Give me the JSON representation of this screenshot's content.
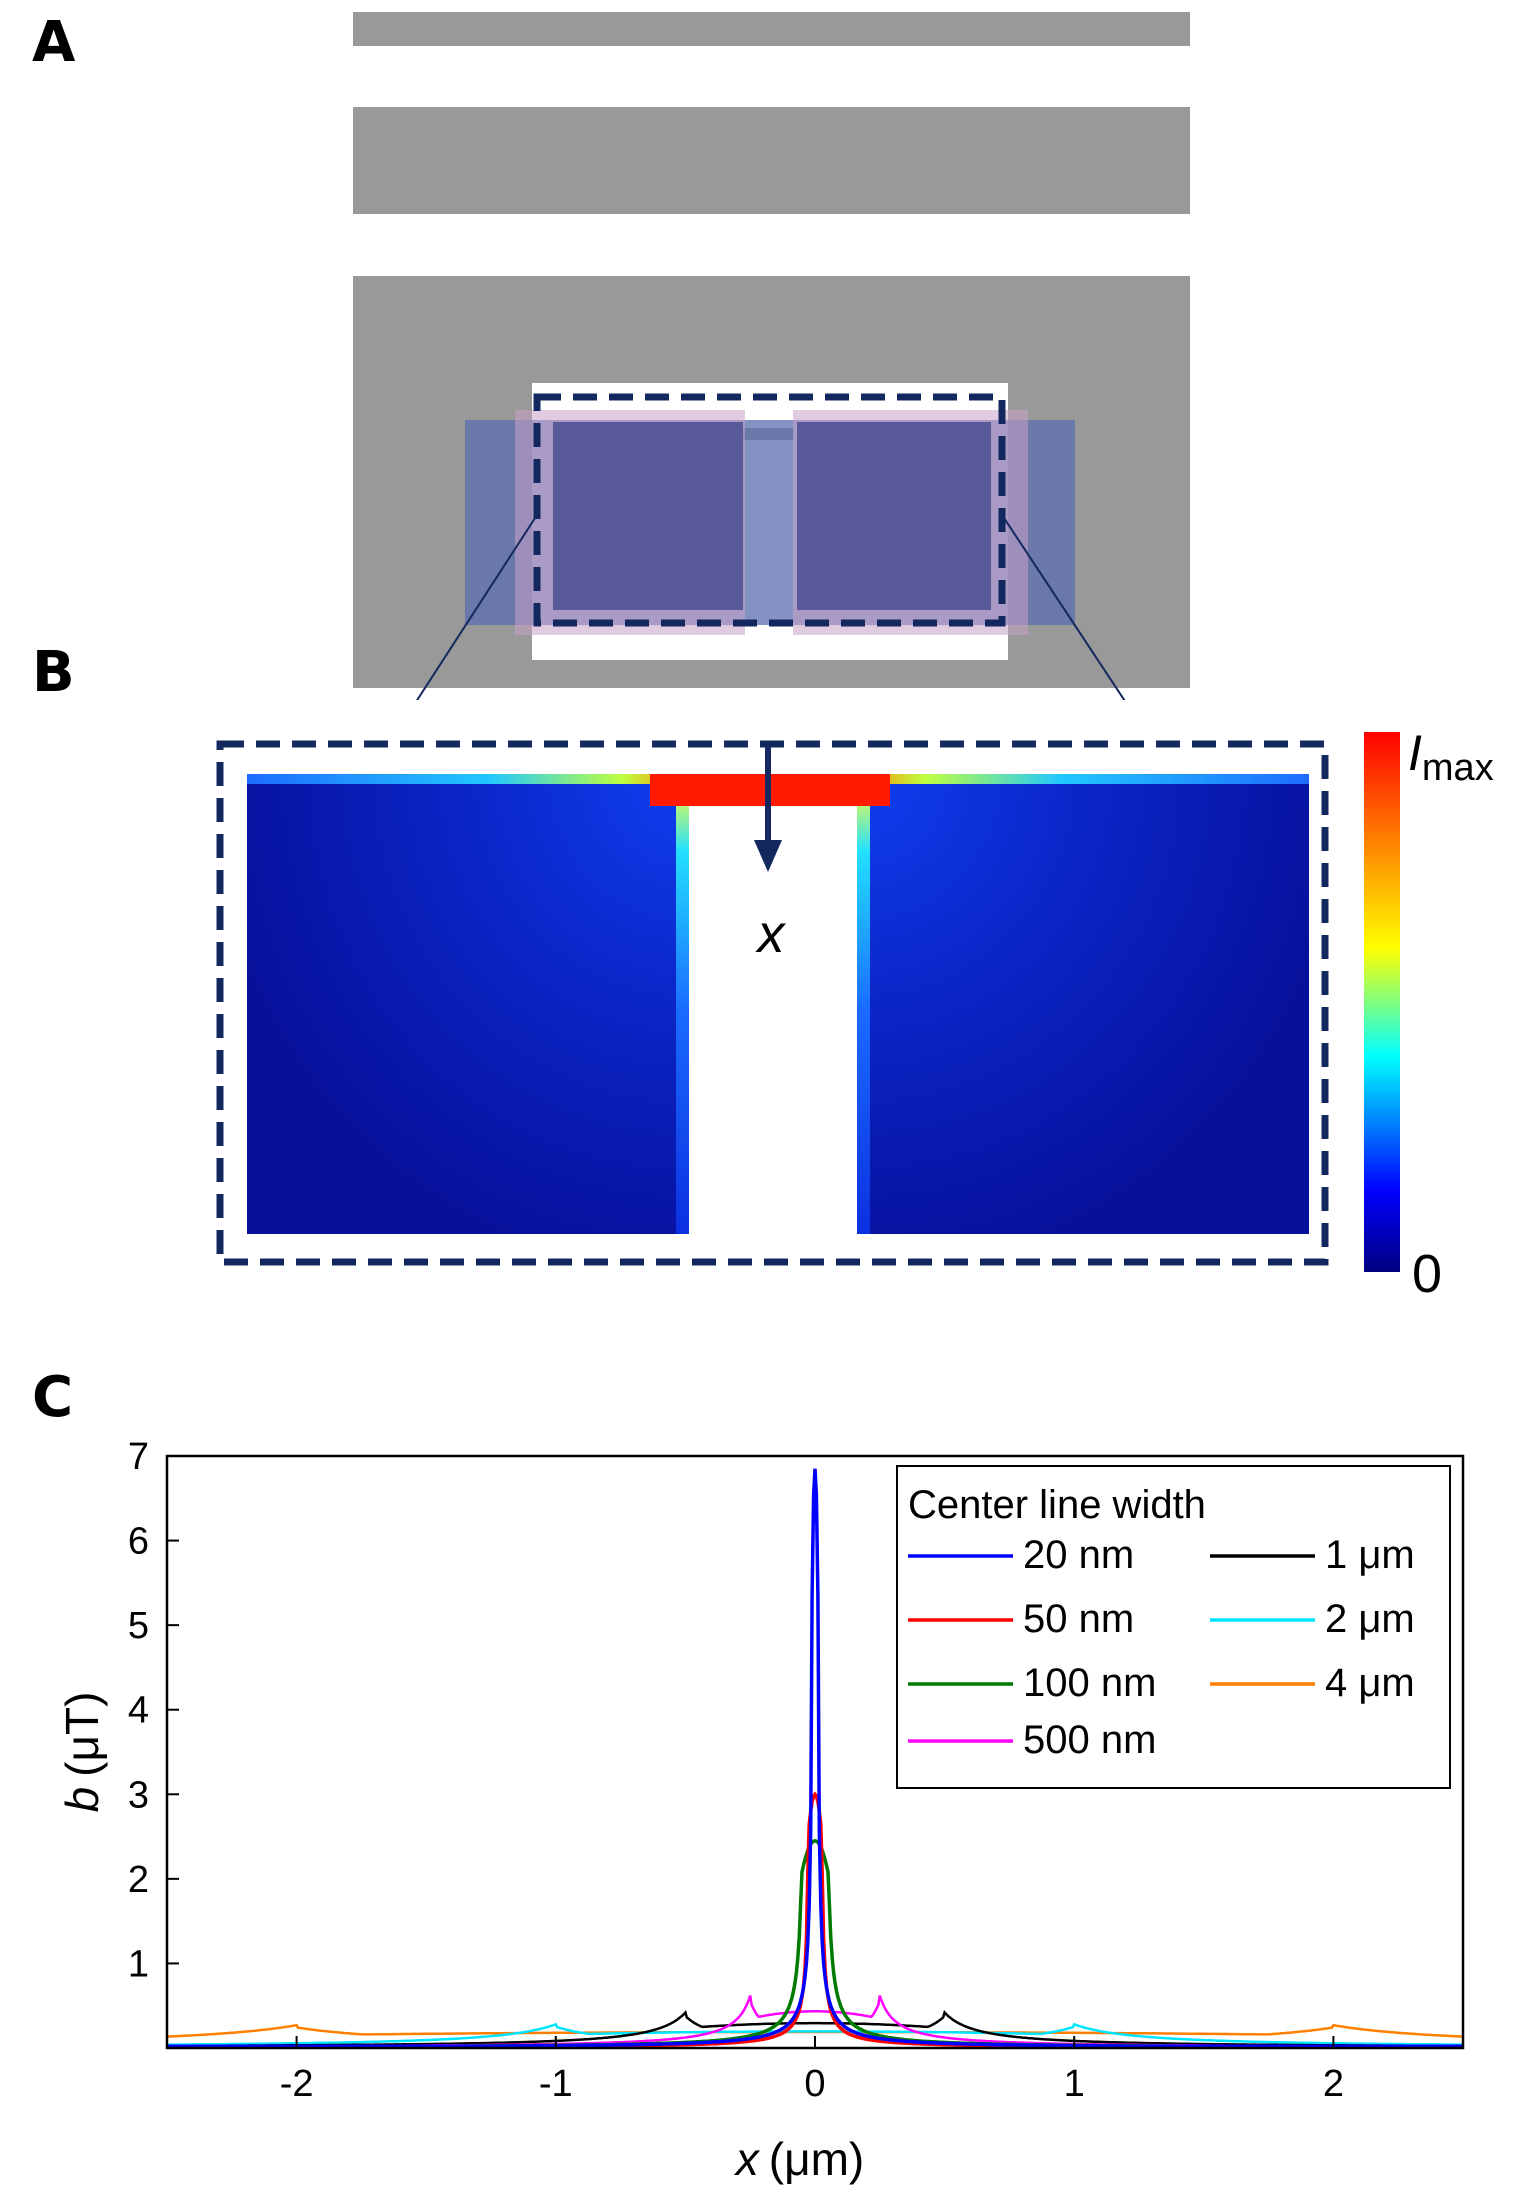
{
  "panels": {
    "a": "A",
    "b": "B",
    "c": "C"
  },
  "colorbar": {
    "top_symbol": "I",
    "top_subscript": "max",
    "bottom_label": "0"
  },
  "arrow_label": "x",
  "colors": {
    "gray_bar": "#999999",
    "pad_blue": "#5a5a9a",
    "dashed": "#13285e",
    "field_low": "#0a1aa0",
    "field_high": "#ff1a00"
  },
  "chart_data": {
    "type": "line",
    "xlabel_var": "x",
    "xlabel_unit": "(μm)",
    "ylabel_var": "b",
    "ylabel_unit": "(μT)",
    "xlim": [
      -2.5,
      2.5
    ],
    "ylim": [
      0,
      7
    ],
    "xticks": [
      -2,
      -1,
      0,
      1,
      2
    ],
    "yticks": [
      1,
      2,
      3,
      4,
      5,
      6,
      7
    ],
    "legend_title": "Center line width",
    "legend_position": "top-right",
    "series": [
      {
        "name": "20 nm",
        "color": "#0000ff",
        "half_width": 0.01,
        "peak": 6.85
      },
      {
        "name": "50 nm",
        "color": "#ff0000",
        "half_width": 0.025,
        "peak": 3.0
      },
      {
        "name": "100 nm",
        "color": "#007a00",
        "half_width": 0.05,
        "peak": 2.45
      },
      {
        "name": "500 nm",
        "color": "#ff00ff",
        "half_width": 0.25,
        "peak": 0.62
      },
      {
        "name": "1 μm",
        "color": "#000000",
        "half_width": 0.5,
        "peak": 0.42
      },
      {
        "name": "2 μm",
        "color": "#00e5ff",
        "half_width": 1.0,
        "peak": 0.28
      },
      {
        "name": "4 μm",
        "color": "#ff7f00",
        "half_width": 2.0,
        "peak": 0.27
      }
    ]
  }
}
